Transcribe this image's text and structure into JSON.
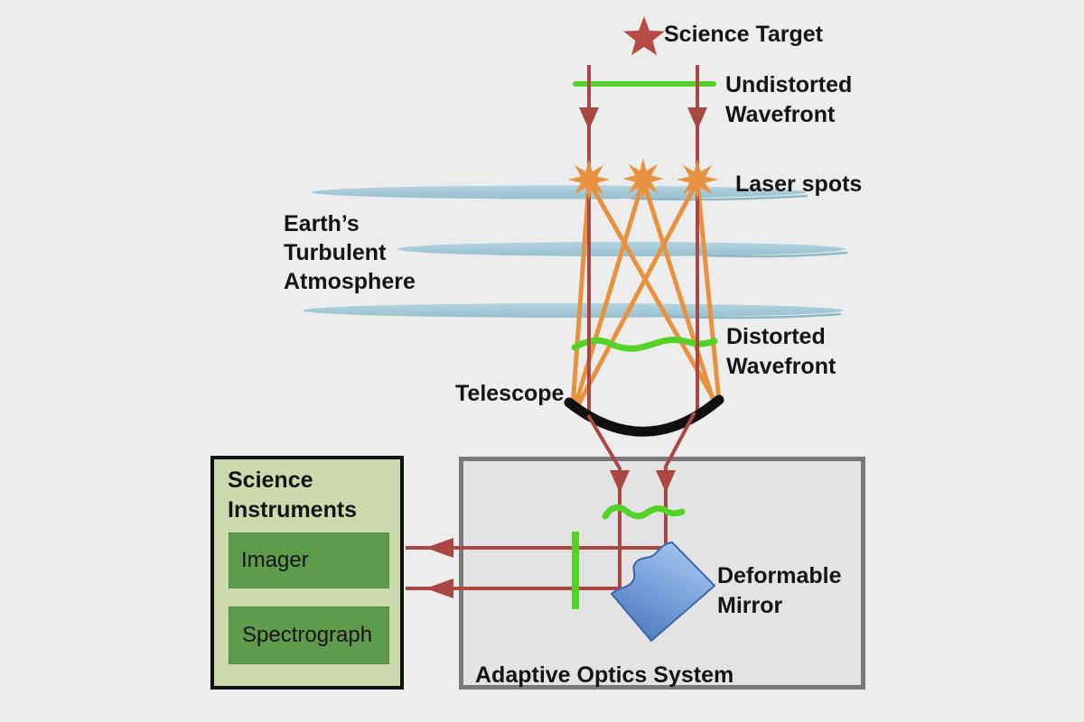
{
  "labels": {
    "science_target": "Science Target",
    "undistorted_wavefront_1": "Undistorted",
    "undistorted_wavefront_2": "Wavefront",
    "laser_spots": "Laser spots",
    "atmosphere_1": "Earth’s",
    "atmosphere_2": "Turbulent",
    "atmosphere_3": "Atmosphere",
    "distorted_wavefront_1": "Distorted",
    "distorted_wavefront_2": "Wavefront",
    "telescope": "Telescope",
    "deformable_mirror_1": "Deformable",
    "deformable_mirror_2": "Mirror",
    "ao_system": "Adaptive Optics System",
    "science_instruments_1": "Science",
    "science_instruments_2": "Instruments",
    "imager": "Imager",
    "spectrograph": "Spectrograph"
  },
  "colors": {
    "background": "#EDEDED",
    "dark_red": "#AA4742",
    "star_red": "#B44B45",
    "orange": "#E8913E",
    "green": "#54D228",
    "atmo_blue": "#A2C8D5",
    "atmo_blue_edge": "#8CB8C8",
    "ao_fill": "#E3E3E3",
    "ao_border": "#7A7A7A",
    "si_fill": "#CCDAAE",
    "si_border": "#111111",
    "inst_fill": "#5E9B4B",
    "inst_border": "#4F8C3F",
    "mirror_light": "#A8CAF2",
    "mirror_dark": "#4A77C0",
    "mirror_border": "#3A66AC",
    "telescope_black": "#0F0F0F",
    "text": "#141414"
  }
}
